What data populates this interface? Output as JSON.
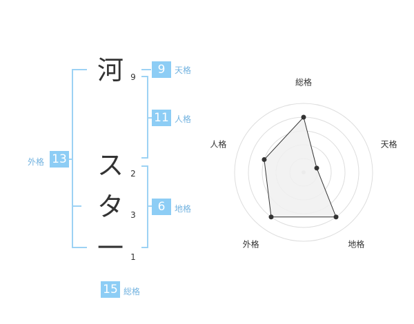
{
  "name": {
    "chars": [
      "河",
      "ス",
      "タ",
      "一"
    ],
    "strokes": [
      "9",
      "2",
      "3",
      "1"
    ]
  },
  "fortune": {
    "tenkaku": {
      "label": "天格",
      "value": "9"
    },
    "jinkaku": {
      "label": "人格",
      "value": "11"
    },
    "chikaku": {
      "label": "地格",
      "value": "6"
    },
    "gaikaku": {
      "label": "外格",
      "value": "13"
    },
    "soukaku": {
      "label": "総格",
      "value": "15"
    }
  },
  "radar": {
    "axes": [
      "総格",
      "天格",
      "地格",
      "外格",
      "人格"
    ],
    "levels": 5,
    "values": [
      4,
      1,
      4,
      4,
      3
    ],
    "max": 5,
    "fill_color": "#f0f0f0",
    "line_color": "#333333",
    "grid_color": "#dddddd"
  }
}
